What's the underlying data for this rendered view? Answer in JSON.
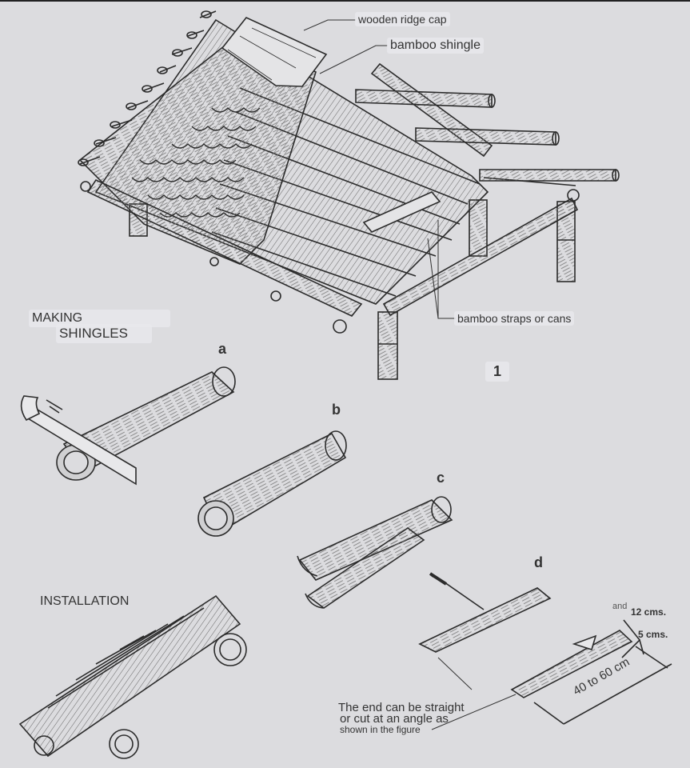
{
  "labels": {
    "ridge_cap": "wooden ridge cap",
    "shingle": "bamboo shingle",
    "straps": "bamboo straps or cans",
    "making": "MAKING",
    "shingles": "SHINGLES",
    "installation": "INSTALLATION",
    "figure_number": "1",
    "step_a": "a",
    "step_b": "b",
    "step_c": "c",
    "step_d": "d",
    "and": "and",
    "dim_12": "12 cms.",
    "dim_5": "5 cms.",
    "dim_length": "40 to 60 cm",
    "end_line1": "The end can be straight",
    "end_line2": "or cut at an angle as",
    "end_line3": "shown in the figure"
  }
}
